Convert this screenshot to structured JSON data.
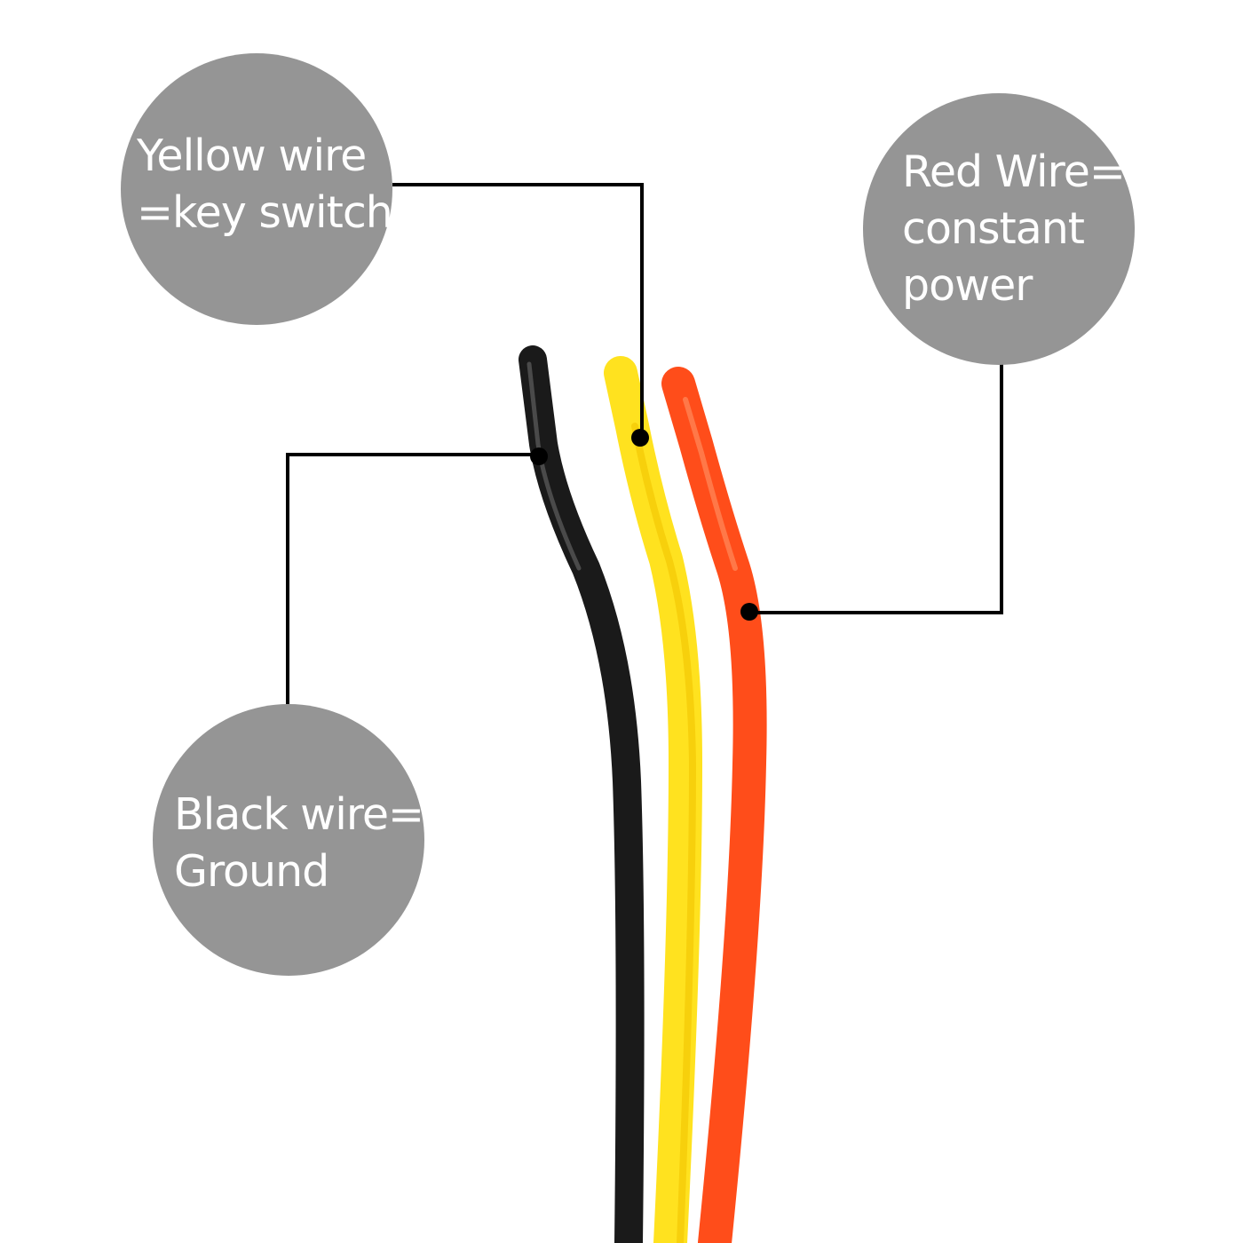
{
  "labels": {
    "yellow": {
      "line1": "Yellow wire",
      "line2": "=key switch"
    },
    "red": {
      "line1": "Red Wire=",
      "line2": "constant",
      "line3": "power"
    },
    "black": {
      "line1": "Black wire=",
      "line2": "Ground"
    }
  },
  "colors": {
    "background": "#ffffff",
    "bubble": "#959595",
    "bubble_text": "#ffffff",
    "leader_line": "#000000",
    "wire_black": "#1a1a1a",
    "wire_yellow": "#ffe21f",
    "wire_red": "#ff4d1a"
  }
}
